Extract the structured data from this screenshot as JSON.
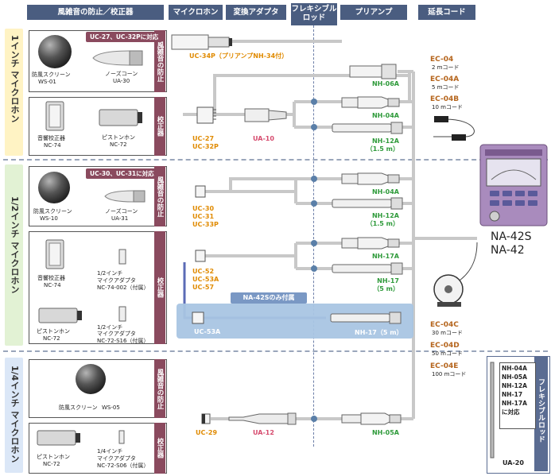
{
  "headers": {
    "windscreen_calib": "風雑音の防止／校正器",
    "microphone": "マイクロホン",
    "adapter": "変換アダプタ",
    "flexible_rod": "フレキシブル ロッド",
    "preamp": "プリアンプ",
    "extension_cord": "延長コード"
  },
  "sections": [
    {
      "label": "1インチ マイクロホン",
      "color": "#fff3c4"
    },
    {
      "label": "1/2インチ マイクロホン",
      "color": "#e2f2d4"
    },
    {
      "label": "1/4インチ マイクロホン",
      "color": "#dbe7f7"
    }
  ],
  "tabs": {
    "wind": "風雑音の防止",
    "calib": "校正器"
  },
  "s1": {
    "note": "UC-27、UC-32Pに対応",
    "ws_name": "防風スクリーン",
    "ws_model": "WS-01",
    "cone_name": "ノーズコーン",
    "cone_model": "UA-30",
    "cal_name": "音響校正器",
    "cal_model": "NC-74",
    "pist_name": "ピストンホン",
    "pist_model": "NC-72",
    "uc34p": "UC-34P（プリアンプNH-34付）",
    "uc27": "UC-27",
    "uc32p": "UC-32P",
    "ua10": "UA-10",
    "nh06a": "NH-06A",
    "nh04a": "NH-04A",
    "nh12a": "NH-12A",
    "nh12a_len": "（1.5 m）"
  },
  "s2": {
    "note": "UC-30、UC-31に対応",
    "ws_name": "防風スクリーン",
    "ws_model": "WS-10",
    "cone_name": "ノーズコーン",
    "cone_model": "UA-31",
    "cal_name": "音響校正器",
    "cal_model": "NC-74",
    "ad1_name": "1/2インチ",
    "ad1_name2": "マイクアダプタ",
    "ad1_model": "NC-74-002（付属）",
    "pist_name": "ピストンホン",
    "pist_model": "NC-72",
    "ad2_name": "1/2インチ",
    "ad2_name2": "マイクアダプタ",
    "ad2_model": "NC-72-S16（付属）",
    "uc30": "UC-30",
    "uc31": "UC-31",
    "uc33p": "UC-33P",
    "uc52": "UC-52",
    "uc53a": "UC-53A",
    "uc57": "UC-57",
    "nh04a": "NH-04A",
    "nh12a": "NH-12A",
    "nh12a_len": "（1.5 m）",
    "nh17a": "NH-17A",
    "nh17": "NH-17",
    "nh17_len": "（5 m）",
    "bundle_note": "NA-42Sのみ付属",
    "uc53a_b": "UC-53A",
    "nh17_b": "NH-17（5 m）"
  },
  "s3": {
    "ws_name": "防風スクリーン",
    "ws_model": "WS-05",
    "pist_name": "ピストンホン",
    "pist_model": "NC-72",
    "ad_name": "1/4インチ",
    "ad_name2": "マイクアダプタ",
    "ad_model": "NC-72-S06（付属）",
    "uc29": "UC-29",
    "ua12": "UA-12",
    "nh05a": "NH-05A"
  },
  "cords": [
    {
      "model": "EC-04",
      "length": "2 mコード"
    },
    {
      "model": "EC-04A",
      "length": "5 mコード"
    },
    {
      "model": "EC-04B",
      "length": "10 mコード"
    },
    {
      "model": "EC-04C",
      "length": "30 mコード"
    },
    {
      "model": "EC-04D",
      "length": "50 mコード"
    },
    {
      "model": "EC-04E",
      "length": "100 mコード"
    }
  ],
  "device": {
    "model1": "NA-42S",
    "model2": "NA-42"
  },
  "rod_box": {
    "compat": [
      "NH-04A",
      "NH-05A",
      "NH-12A",
      "NH-17",
      "NH-17A",
      "に対応"
    ],
    "title": "フレキシブルロッド",
    "model": "UA-20"
  }
}
